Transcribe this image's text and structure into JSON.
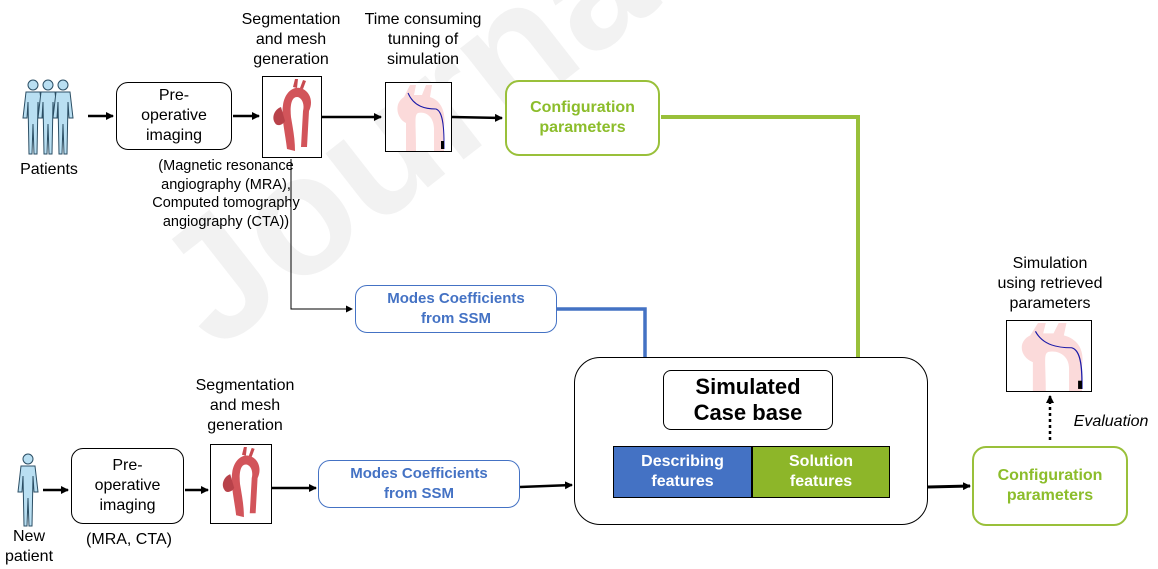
{
  "watermark": "Journal Pre-proof",
  "top": {
    "patients_label": "Patients",
    "preop_box": "Pre-\noperative\nimaging",
    "modalities": "(Magnetic resonance\nangiography (MRA),\nComputed tomography\nangiography (CTA))",
    "segmentation_label": "Segmentation\nand mesh\ngeneration",
    "tuning_label": "Time consuming\ntunning of\nsimulation",
    "config_box": "Configuration\nparameters"
  },
  "middle": {
    "modes_box": "Modes Coefficients\nfrom SSM"
  },
  "bottom": {
    "new_patient_label": "New\npatient",
    "preop_box": "Pre-\noperative\nimaging",
    "modalities": "(MRA, CTA)",
    "segmentation_label": "Segmentation\nand mesh\ngeneration",
    "modes_box": "Modes Coefficients\nfrom SSM",
    "case_base_title": "Simulated\nCase base",
    "describing_features": "Describing\nfeatures",
    "solution_features": "Solution\nfeatures",
    "config_box": "Configuration\nparameters",
    "evaluation_label": "Evaluation",
    "retrieved_label": "Simulation\nusing retrieved\nparameters"
  },
  "colors": {
    "green": "#99c03a",
    "blue": "#4472c4",
    "blue_fill": "#4472c4",
    "green_fill": "#8db629",
    "figure_blue": "#b9dff2"
  }
}
